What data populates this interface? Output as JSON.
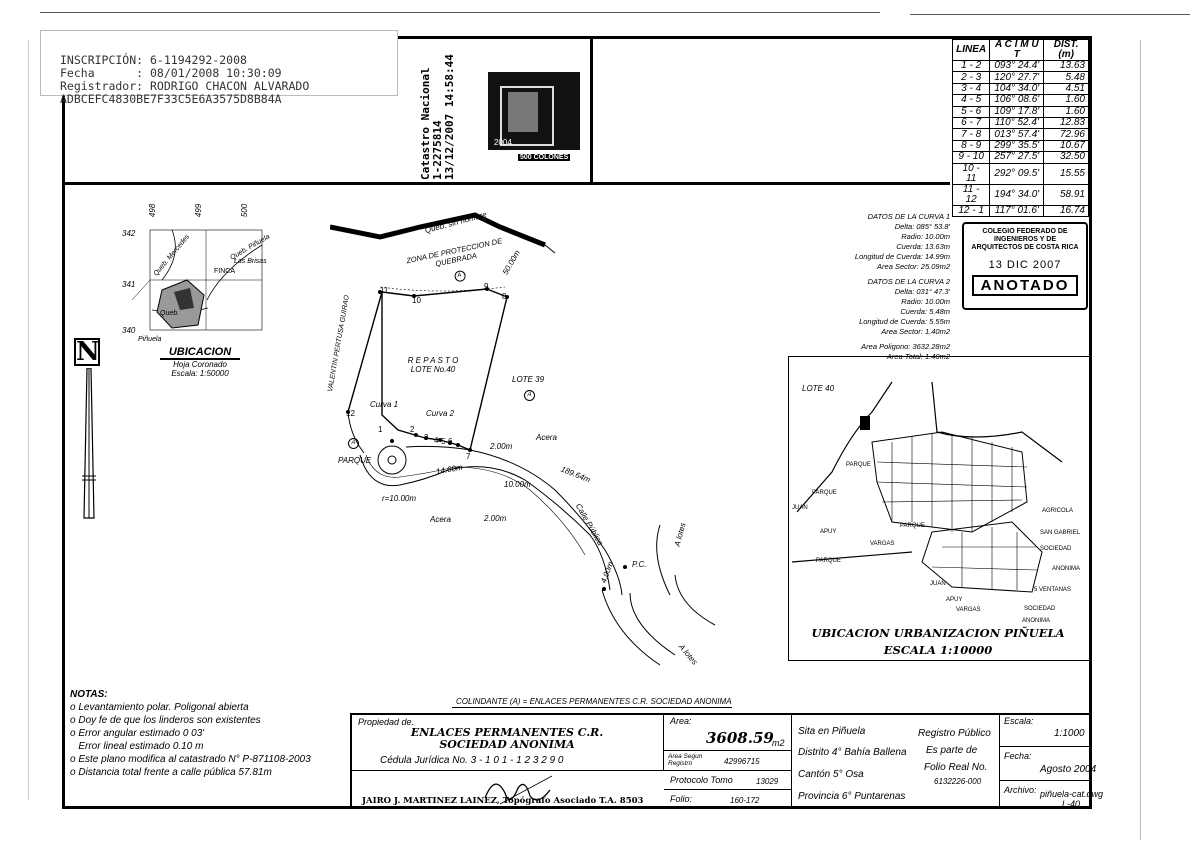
{
  "registration_stamp": {
    "inscripcion": "INSCRIPCIÓN: 6-1194292-2008",
    "fecha": "Fecha      : 08/01/2008 10:30:09",
    "registrador": "Registrador: RODRIGO CHACON ALVARADO",
    "hash": "ADBCEFC4830BE7F33C5E6A3575D8B84A"
  },
  "catastro": {
    "line1": "Catastro Nacional",
    "line2": "1-2275814",
    "line3": "13/12/2007 14:58:44"
  },
  "stamp_paper": {
    "value": "500 COLONES",
    "year": "2004"
  },
  "azimuth_table": {
    "headers": [
      "LINEA",
      "A C I M U T",
      "DIST.(m)"
    ],
    "rows": [
      [
        "1 - 2",
        "093° 24.4'",
        "13.63"
      ],
      [
        "2 - 3",
        "120° 27.7'",
        "5.48"
      ],
      [
        "3 - 4",
        "104° 34.0'",
        "4.51"
      ],
      [
        "4 - 5",
        "106° 08.6'",
        "1.60"
      ],
      [
        "5 - 6",
        "109° 17.8'",
        "1.60"
      ],
      [
        "6 - 7",
        "110° 52.4'",
        "12.83"
      ],
      [
        "7 - 8",
        "013° 57.4'",
        "72.96"
      ],
      [
        "8 - 9",
        "299° 35.5'",
        "10.67"
      ],
      [
        "9 - 10",
        "257° 27.5'",
        "32.50"
      ],
      [
        "10 - 11",
        "292° 09.5'",
        "15.55"
      ],
      [
        "11 - 12",
        "194° 34.0'",
        "58.91"
      ],
      [
        "12 - 1",
        "117° 01.6'",
        "16.74"
      ]
    ]
  },
  "curve_data": {
    "curva1": [
      "DATOS DE LA CURVA 1",
      "Delta: 085° 53.8'",
      "Radio: 10.00m",
      "Cuerda: 13.63m",
      "Longitud de Cuerda: 14.99m",
      "Area Sector: 25.09m2"
    ],
    "curva2": [
      "DATOS DE LA CURVA 2",
      "Delta: 031° 47.3'",
      "Radio: 10.00m",
      "Cuerda: 5.48m",
      "Longitud de Cuerda: 5.55m",
      "Area Sector: 1.40m2"
    ],
    "areas": [
      "Area Poligono: 3632.28m2",
      "Area Total: 1.40m2"
    ]
  },
  "college_stamp": {
    "name": "COLEGIO FEDERADO DE INGENIEROS Y DE ARQUITECTOS DE COSTA RICA",
    "date": "13 DIC 2007",
    "status": "ANOTADO"
  },
  "location_map": {
    "coords_x": [
      "498",
      "499",
      "500"
    ],
    "coords_y": [
      "342",
      "341",
      "340"
    ],
    "labels": [
      "Queb. Mercedes",
      "Queb. Piñuela",
      "Las Brisas",
      "FINCA",
      "Queb.",
      "Piñuela"
    ],
    "title": "UBICACION",
    "sheet": "Hoja Coronado",
    "scale": "Escala: 1:50000"
  },
  "north_label": "N",
  "site": {
    "queb": "Queb. sin nombre",
    "zona": "ZONA DE PROTECCION DE QUEBRADA",
    "zona_mark": "A",
    "repasto": "R E P A S T O",
    "lote": "LOTE No.40",
    "lote39": "LOTE 39",
    "lote39_mark": "A",
    "valentin": "VALENTIN PERTUSA GUIRAO",
    "parque": "PARQUE",
    "parque_mark": "A",
    "curva1": "Curva 1",
    "curva2": "Curva 2",
    "d50": "50.00m",
    "d2a": "2.00m",
    "d2b": "2.00m",
    "d10": "10.00m",
    "d14": "14.00m",
    "d4": "4.00m",
    "d189": "189.64m",
    "radius": "r=10.00m",
    "acera1": "Acera",
    "acera2": "Acera",
    "calle": "Calle Pública",
    "pc": "P.C.",
    "a_lotes1": "A lotes",
    "a_lotes2": "A lotes",
    "vertices": [
      "1",
      "2",
      "3",
      "4",
      "5",
      "6",
      "7",
      "8",
      "9",
      "10",
      "11",
      "12"
    ]
  },
  "urbanizacion_map": {
    "title": "UBICACION URBANIZACION PIÑUELA",
    "scale": "ESCALA 1:10000",
    "lote40": "LOTE 40",
    "labels": [
      "PARQUE",
      "PARQUE",
      "PARQUE",
      "PARQUE",
      "JUAN",
      "APUY",
      "VARGAS",
      "JUAN",
      "APUY",
      "VARGAS",
      "AGRICOLA",
      "SAN GABRIEL",
      "SOCIEDAD",
      "ANONIMA",
      "5 VENTANAS",
      "SOCIEDAD",
      "ANONIMA"
    ]
  },
  "colindante": "COLINDANTE (A) = ENLACES PERMANENTES C.R. SOCIEDAD ANONIMA",
  "notes": {
    "title": "NOTAS:",
    "items": [
      "Levantamiento polar. Poligonal abierta",
      "Doy fe de que los linderos son existentes",
      "Error angular estimado 0 03'",
      "Error lineal    estimado 0.10 m",
      "Este plano modifica al catastrado N° P-871108-2003",
      "Distancia total frente a calle pública 57.81m"
    ]
  },
  "title_block": {
    "propiedad_label": "Propiedad de.",
    "owner1": "ENLACES PERMANENTES C.R.",
    "owner2": "SOCIEDAD ANONIMA",
    "cedula": "Cédula Jurídica No. 3 - 1 0 1 - 1 2 3 2 9 0",
    "surveyor": "JAIRO J. MARTINEZ LAINEZ, Topógrafo Asociado T.A. 8503",
    "area_label": "Area:",
    "area_value": "3608.59",
    "area_unit": "m2",
    "area_registro_label": "Area Segun Registro",
    "area_registro_value": "42996715",
    "protocolo_label": "Protocolo Tomo",
    "protocolo_value": "13029",
    "folio_label": "Folio:",
    "folio_value": "160-172",
    "sita": "Sita en Piñuela",
    "distrito": "Distrito 4° Bahía Ballena",
    "canton": "Cantón 5° Osa",
    "provincia": "Provincia 6° Puntarenas",
    "registro1": "Registro Público",
    "registro2": "Es parte de",
    "registro3": "Folio Real No.",
    "registro4": "6132226-000",
    "escala_label": "Escala:",
    "escala_value": "1:1000",
    "fecha_label": "Fecha:",
    "fecha_value": "Agosto 2004",
    "archivo_label": "Archivo:",
    "archivo_value": "piñuela-cat.dwg",
    "archivo_value2": "L-40"
  }
}
